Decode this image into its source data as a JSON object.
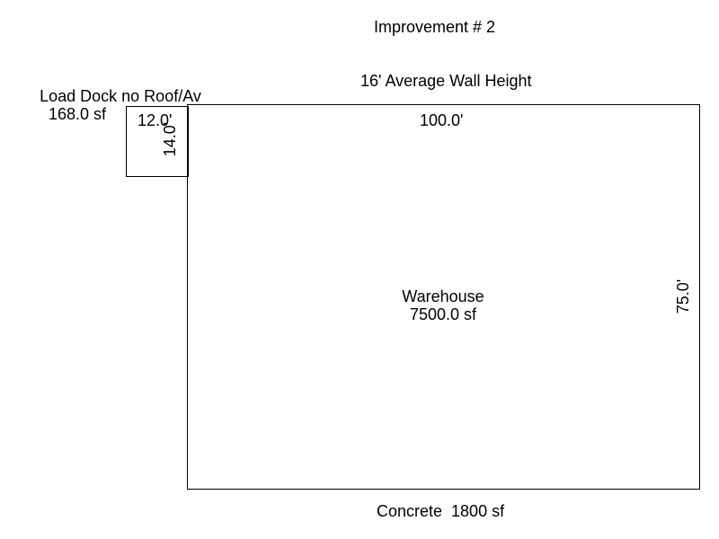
{
  "title": "Improvement # 2",
  "wall_height": "16' Average Wall Height",
  "load_dock": {
    "name": "Load Dock no Roof/Av",
    "area": "168.0 sf",
    "width_label": "12.0'",
    "depth_label": "14.0'"
  },
  "warehouse": {
    "name": "Warehouse",
    "area": "7500.0 sf",
    "width_label": "100.0'",
    "depth_label": "75.0'"
  },
  "concrete": "Concrete  1800 sf",
  "colors": {
    "line": "#000000",
    "background": "#ffffff"
  }
}
